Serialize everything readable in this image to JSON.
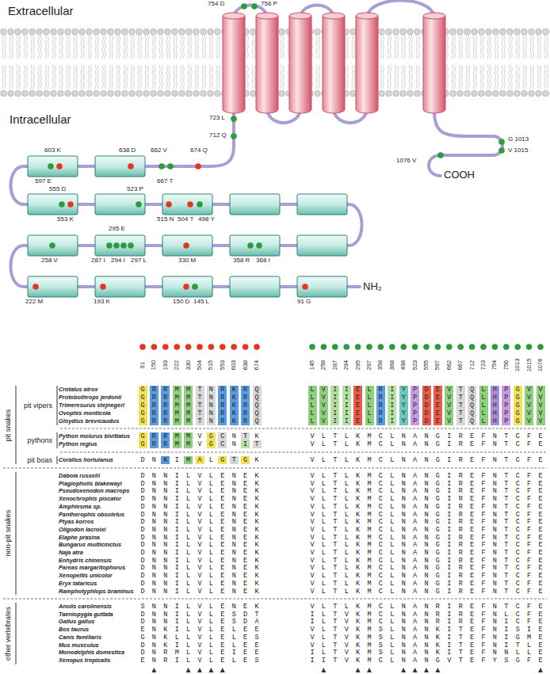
{
  "diagram": {
    "labels": [
      "Extracellular",
      "Intracellular",
      "COOH",
      "NH₂",
      "754 D",
      "756 P",
      "723 L",
      "712 Q",
      "603 K",
      "638 D",
      "662 V",
      "674 Q",
      "597 E",
      "667 T",
      "G 1013",
      "V 1015",
      "1076 V",
      "555 D",
      "523 P",
      "553 K",
      "515 N",
      "504 T",
      "498 Y",
      "295 E",
      "258 V",
      "287 I",
      "294 I",
      "297 L",
      "330 M",
      "358 R",
      "368 I",
      "222 M",
      "193 K",
      "150 D",
      "145 L",
      "91 G",
      "91",
      "150",
      "193",
      "222",
      "330",
      "504",
      "515",
      "553",
      "603",
      "638",
      "674",
      "145",
      "258",
      "287",
      "294",
      "295",
      "297",
      "358",
      "368",
      "498",
      "523",
      "555",
      "597",
      "662",
      "667",
      "712",
      "723",
      "754",
      "756",
      "1013",
      "1015",
      "1076",
      "pit vipers",
      "pythons",
      "pit boas",
      "pit snakes",
      "non-pit snakes",
      "other vertebrates",
      "Crotalus atrox",
      "Protobothrops jerdonii",
      "Trimeresurus stejnegeri",
      "Ovophis monticola",
      "Gloydius brevicaudus",
      "Python molurus bivittatus",
      "Python regius",
      "Corallus hortulanus",
      "Daboia russelii",
      "Plagiopholis blakewayi",
      "Pseudoxenodon macrops",
      "Xenochrophis piscator",
      "Amphiesma sp.",
      "Pantherophis obsoletus",
      "Ptyas korros",
      "Oligodon lacroixi",
      "Elaphe prasina",
      "Bungarus multicinctus",
      "Naja atra",
      "Enhydris chinensis",
      "Pareas margaritophorus",
      "Xenopeltis unicolor",
      "Eryx tataricus",
      "Ramphotyphlops braminus",
      "Anolis carolinensis",
      "Taeniopygia guttata",
      "Gallus gallus",
      "Bos taurus",
      "Canis familiaris",
      "Mus musculus",
      "Monodelphis domestica",
      "Xenopus tropicalis",
      "G R R M M T N R K R Q",
      "L V I I E L R I Y P D E V T Q L H P G V V",
      "G R R M M T N R K R Q",
      "L V I I E L R I Y P D E V T Q L H P G V V",
      "G R R M M T N R K R Q",
      "L V I I E L R I Y P D E V T Q L H P G V V",
      "G R R M M T N R K R Q",
      "L V I I E L R I Y P D E V T Q L H P G V V",
      "G R R M M T N R K R Q",
      "L V I I E L R I Y P D E V T Q L H P G V V",
      "G R R M M V G C N T K",
      "V L T L K M C L N A N G I R E F N T C F E",
      "G R R M M V G C N I T",
      "V L T L K M C L N A N G I R E F N T C F E",
      "D N K I M A L G T G K",
      "V L T L K M C L N A N G I R E F N T C F E",
      "D N N I L V L E N E K",
      "V L T L K M C L N A N G I R E F N T C F E",
      "D N N I L V L E N E K",
      "V L T L K M C L N A N G I R E F N T C F E",
      "D N N I L V L E N E K",
      "V L T L K M C L N A N G I R E F N T C F E",
      "D N N I L V L E N E K",
      "V L T L K M C L N A N G I R E F N T C F E",
      "D N N I L V L E N E K",
      "V L T L K M C L N A N G I R E F N T C F E",
      "D N N I L V L E N E K",
      "V L T L K M C L N A N G I R E F N T C F E",
      "D N N I L V L E N E K",
      "V L T L K M C L N A N G I R E F N T C F E",
      "D N N I L V L E N E K",
      "V L T L K M C L N A N G I R E F N T C F E",
      "D N N I L V L E N E K",
      "V L T L K M C L N A N G I R E F N T C F E",
      "D N N I L V L E N E K",
      "V L T L K M C L N A N G I R E F N T C F E",
      "D N N I L V L E N E K",
      "V L T L K M C L N A N G I R E F N T C F E",
      "D N N I L V L E N E K",
      "V L T L K M C L N A N G I R E F N T C F E",
      "D N N I L V L E N E K",
      "V L T L K M C L N A N G I R E F N T C F E",
      "D N N I L V L E N E K",
      "V L T L K M C L N A N G I R E F N T C F E",
      "D N N I L V L E N E K",
      "V L T L K M C L N A N G I R E F N T C F E",
      "D N N I L V L E N E K",
      "V L T L K M C L N A N G I R E F N T C F E",
      "S N N I L V L E N E K",
      "V L T L K M C L N A N R I R E F N T C F E",
      "D N N I L V L E S D T",
      "I L T V K M C L N A N R I R E F N L C F E",
      "D N N I L V L E S D A",
      "I L T V K M C L N A N R I R E F N I C F E",
      "E N K I L V L E L E E",
      "V L T V K M S L N A N K I T E F N I S I E",
      "G N K L L V L E L E S",
      "V L T V K M S L N A N K I T E F N I G M E",
      "D N K I L V L E L E E",
      "V L T V K M S L N A N K I T E F N I T L E",
      "D N R M L V L E I E E",
      "I L T V K M S L N A N K I T E F N N L L E",
      "E N R I L V L E L E S",
      "I I T V K M C L N A N G V T E F Y S G F E"
    ]
  }
}
